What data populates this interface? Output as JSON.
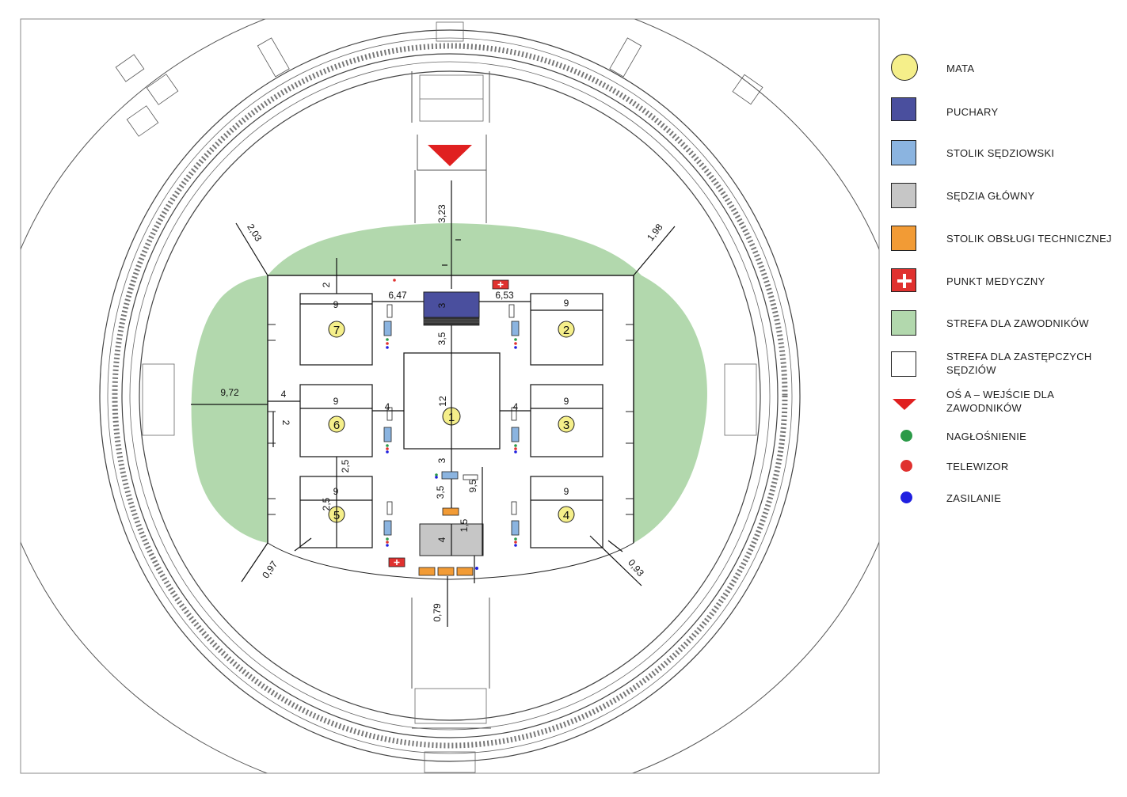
{
  "colors": {
    "mat": "#f5ef8a",
    "trophies": "#4a4f9e",
    "judge_table": "#8bb4e0",
    "head_judge": "#c6c6c6",
    "tech_table": "#f29b35",
    "medical": "#e0312f",
    "competitor_zone": "#b2d8ad",
    "entrance": "#e02020",
    "sound": "#2b9a48",
    "tv": "#e0312f",
    "power": "#1f1fe0"
  },
  "legend": [
    {
      "symbol": "circle-yellow",
      "label": "MATA"
    },
    {
      "symbol": "square-navy",
      "label": "PUCHARY"
    },
    {
      "symbol": "square-lightblue",
      "label": "STOLIK SĘDZIOWSKI"
    },
    {
      "symbol": "square-grey",
      "label": "SĘDZIA GŁÓWNY"
    },
    {
      "symbol": "square-orange",
      "label": "STOLIK OBSŁUGI TECHNICZNEJ"
    },
    {
      "symbol": "medical-cross-icon",
      "label": "PUNKT MEDYCZNY"
    },
    {
      "symbol": "square-green",
      "label": "STREFA DLA ZAWODNIKÓW"
    },
    {
      "symbol": "square-white",
      "label": "STREFA DLA ZASTĘPCZYCH SĘDZIÓW"
    },
    {
      "symbol": "triangle-red",
      "label": "OŚ A – WEJŚCIE DLA ZAWODNIKÓW"
    },
    {
      "symbol": "dot-green",
      "label": "NAGŁOŚNIENIE"
    },
    {
      "symbol": "dot-red",
      "label": "TELEWIZOR"
    },
    {
      "symbol": "dot-blue",
      "label": "ZASILANIE"
    }
  ],
  "mats": {
    "m1": "1",
    "m2": "2",
    "m3": "3",
    "m4": "4",
    "m5": "5",
    "m6": "6",
    "m7": "7"
  },
  "dims": {
    "d323": "3,23",
    "d203": "2,03",
    "d198": "1,98",
    "d2top": "2",
    "d647": "6,47",
    "d653": "6,53",
    "d3trophy": "3",
    "d9_7": "9",
    "d9_2": "9",
    "d9_6": "9",
    "d9_3": "9",
    "d9_5": "9",
    "d9_4": "9",
    "d35top": "3,5",
    "d12": "12",
    "d972": "9,72",
    "d4left": "4",
    "d2left": "2",
    "d4l": "4",
    "d4r": "4",
    "d25": "2,5",
    "d25b": "2,5",
    "d3mid": "3",
    "d35mid": "3,5",
    "d95": "9,5",
    "d15": "1,5",
    "d4judge": "4",
    "d097": "0,97",
    "d093": "0,93",
    "d079": "0,79"
  }
}
